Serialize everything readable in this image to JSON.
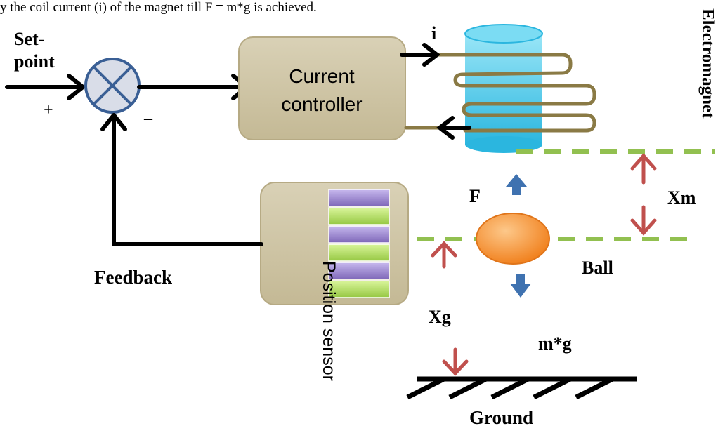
{
  "caption": "y the coil current (i) of the magnet till  F = m*g is achieved.",
  "labels": {
    "setpoint_line1": "Set-",
    "setpoint_line2": "point",
    "plus": "+",
    "minus": "–",
    "controller_line1": "Current",
    "controller_line2": "controller",
    "current": "i",
    "electromagnet": "Electromagnet",
    "force": "F",
    "xm": "Xm",
    "ball": "Ball",
    "feedback": "Feedback",
    "position_sensor": "Position sensor",
    "xg": "Xg",
    "weight": "m*g",
    "ground": "Ground"
  },
  "colors": {
    "block": "#cdc3a4",
    "coil": "#8a7a45",
    "cylinder": "#6fd3ee",
    "dashed": "#92c050",
    "red_arrow": "#c0504d",
    "blue_arrow": "#3f72b0",
    "ball": "#f58d2a",
    "summing": "#d9dde8",
    "stripe_purple": "#a08dd0",
    "stripe_green": "#b7e26a"
  }
}
